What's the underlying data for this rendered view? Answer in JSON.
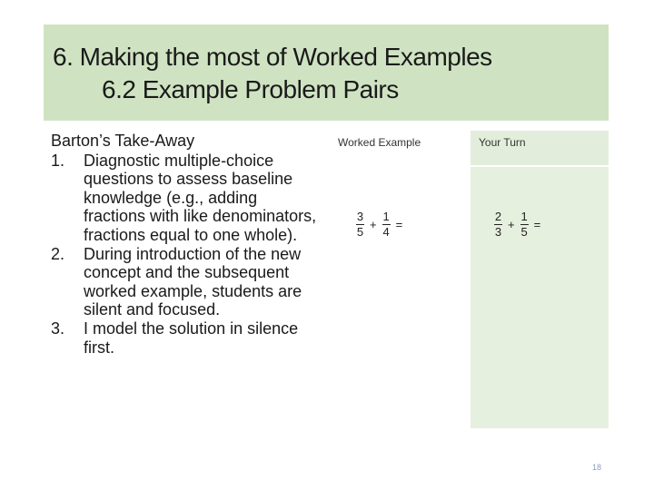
{
  "title": {
    "line1": "6.  Making the most of Worked Examples",
    "line2": "6.2 Example Problem Pairs"
  },
  "takeaway": {
    "heading": "Barton’s Take-Away",
    "items": [
      {
        "num": "1.",
        "text": "Diagnostic multiple-choice questions to assess baseline knowledge (e.g., adding fractions with like denominators, fractions equal to one whole)."
      },
      {
        "num": "2.",
        "text": "During introduction of the new concept and the subsequent worked example, students are silent and focused."
      },
      {
        "num": "3.",
        "text": "I model the solution in silence first."
      }
    ]
  },
  "worked_example": {
    "label": "Worked Example",
    "expression": {
      "a_num": "3",
      "a_den": "5",
      "op": "+",
      "b_num": "1",
      "b_den": "4",
      "eq": "="
    }
  },
  "your_turn": {
    "label": "Your Turn",
    "expression": {
      "a_num": "2",
      "a_den": "3",
      "op": "+",
      "b_num": "1",
      "b_den": "5",
      "eq": "="
    }
  },
  "slide_number": "18",
  "colors": {
    "title_band": "#cfe3c2",
    "panel": "#e6f0de"
  }
}
